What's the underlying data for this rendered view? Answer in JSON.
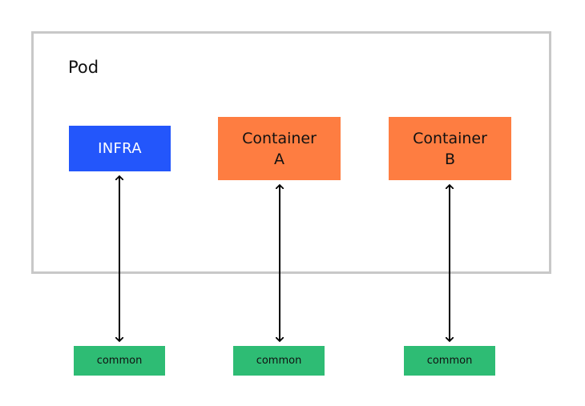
{
  "pod": {
    "title": "Pod"
  },
  "boxes": {
    "infra": {
      "label": "INFRA"
    },
    "container_a": {
      "line1": "Container",
      "line2": "A"
    },
    "container_b": {
      "line1": "Container",
      "line2": "B"
    }
  },
  "commons": [
    {
      "label": "common"
    },
    {
      "label": "common"
    },
    {
      "label": "common"
    }
  ],
  "colors": {
    "infra": "#2356fb",
    "container": "#fe7d41",
    "common": "#2ebc74",
    "pod_border": "#c8c8c8"
  }
}
